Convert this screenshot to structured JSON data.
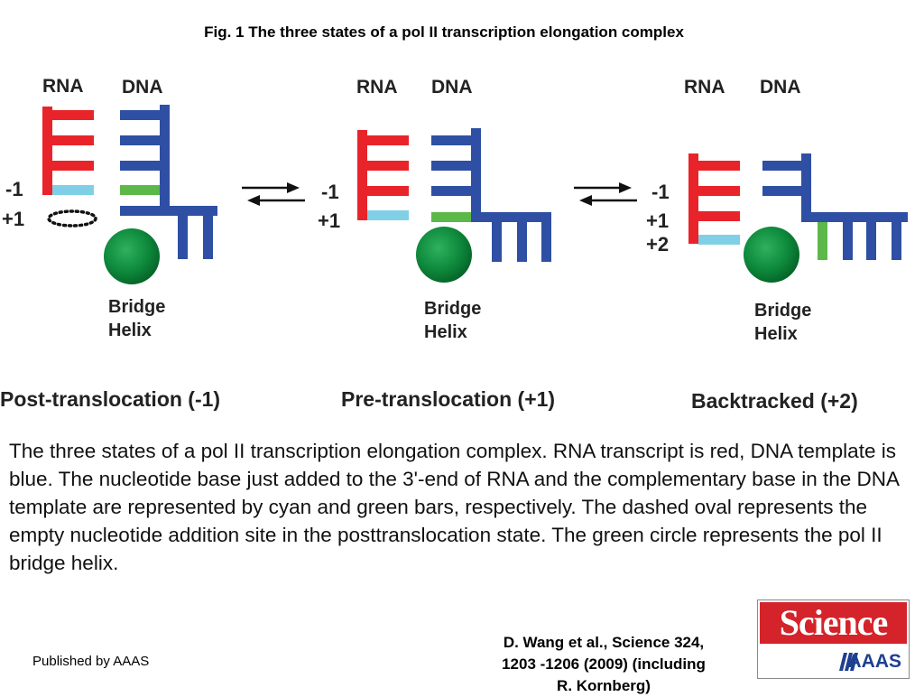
{
  "figure": {
    "title": "Fig. 1 The three states of a pol II transcription elongation complex"
  },
  "diagram": {
    "colors": {
      "rna": "#e8242a",
      "dna": "#2e4fa3",
      "nucleotide_rna": "#7fd0e6",
      "nucleotide_dna": "#5cb848",
      "bridge_helix": "#0e8a3c"
    },
    "labels": {
      "rna": "RNA",
      "dna": "DNA",
      "bridge": "Bridge",
      "helix": "Helix"
    },
    "states": [
      {
        "title": "Post-translocation (-1)",
        "positions": [
          "-1",
          "+1"
        ]
      },
      {
        "title": "Pre-translocation (+1)",
        "positions": [
          "-1",
          "+1"
        ]
      },
      {
        "title": "Backtracked (+2)",
        "positions": [
          "-1",
          "+1",
          "+2"
        ]
      }
    ]
  },
  "caption": "The three states of a pol II transcription elongation complex. RNA transcript is red, DNA template is blue. The nucleotide base just added to the 3'-end of RNA and the complementary base in the DNA template are represented by cyan and green bars, respectively. The dashed oval represents the empty nucleotide addition site in the posttranslocation state. The green circle represents the pol II bridge helix.",
  "footer": {
    "publisher": "Published by AAAS",
    "citation_lines": [
      "D.  Wang et al.,  Science  324,",
      "1203 -1206 (2009)    (including",
      "R. Kornberg)"
    ],
    "logo_name": "Science",
    "logo_sub": "AAAS"
  }
}
